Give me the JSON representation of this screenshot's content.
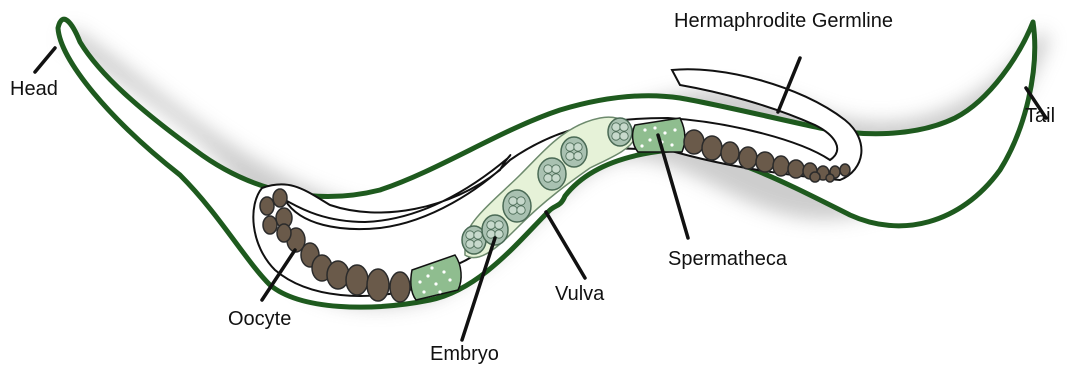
{
  "labels": {
    "head": "Head",
    "tail": "Tail",
    "hermaphrodite_germline": "Hermaphrodite Germline",
    "spermatheca": "Spermatheca",
    "vulva": "Vulva",
    "oocyte": "Oocyte",
    "embryo": "Embryo"
  },
  "colors": {
    "body_outline": "#1e5a1e",
    "germline_outline": "#111111",
    "uterus_fill": "#e6f2d8",
    "uterus_outline": "#6d8a6d",
    "embryo_fill": "#a9c1b1",
    "oocyte_fill": "#6a5a4a",
    "spermatheca_fill": "#8fbd8f",
    "shadow": "#c8c8c8"
  },
  "counts": {
    "oocytes_left_arm": 12,
    "oocytes_right_arm": 13,
    "embryos": 6
  }
}
